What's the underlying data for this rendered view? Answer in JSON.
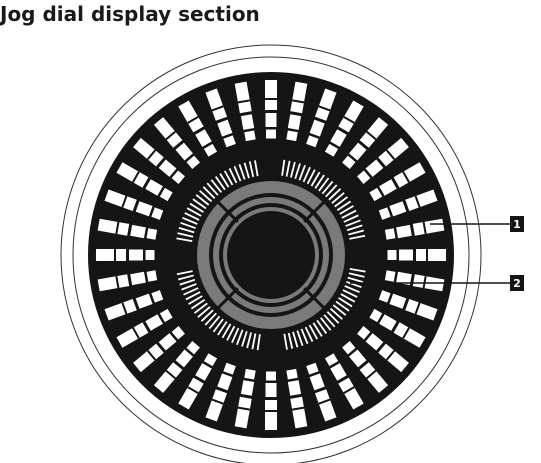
{
  "title": "Jog dial display section",
  "callouts": [
    {
      "label": "1"
    },
    {
      "label": "2"
    }
  ],
  "colors": {
    "dial_face": "#151515",
    "outer_ring": "#ffffff",
    "segment": "#ffffff",
    "inner_ring_gray": "#7a7a7a",
    "center_hub": "#151515",
    "callout_box": "#151515"
  }
}
